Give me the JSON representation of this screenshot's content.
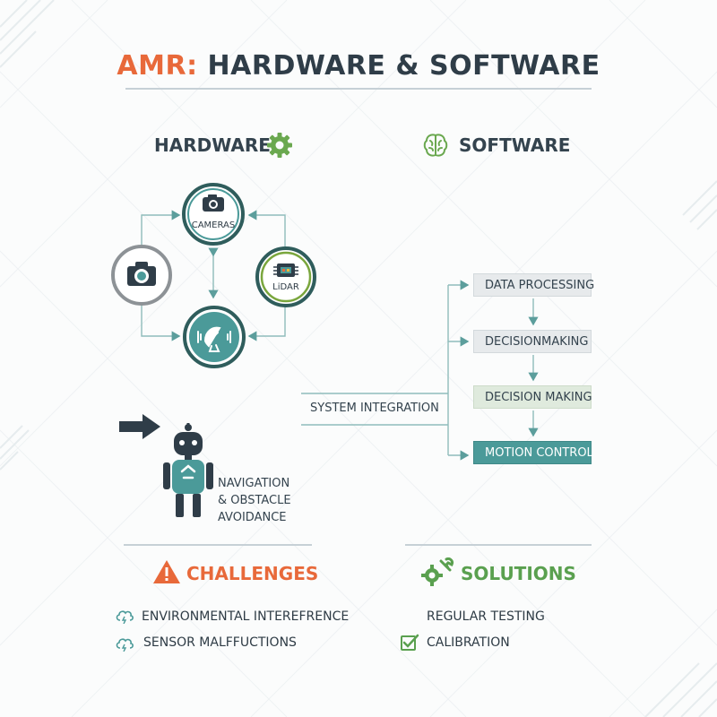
{
  "title": {
    "prefix": "AMR:",
    "rest": "HARDWARE & SOFTWARE"
  },
  "hardware": {
    "heading": "HARDWARE",
    "nodes": {
      "cameras": "CAMERAS",
      "lidar": "LiDAR"
    }
  },
  "software": {
    "heading": "SOFTWARE",
    "steps": [
      "DATA PROCESSING",
      "DECISIONMAKING",
      "DECISION MAKING",
      "MOTION CONTROL"
    ]
  },
  "integration": {
    "label": "SYSTEM INTEGRATION"
  },
  "navigation": {
    "lines": [
      "NAVIGATION",
      "& OBSTACLE",
      "AVOIDANCE"
    ]
  },
  "challenges": {
    "heading": "CHALLENGES",
    "items": [
      "ENVIRONMENTAL INTEREFRENCE",
      "SENSOR MALFFUCTIONS"
    ]
  },
  "solutions": {
    "heading": "SOLUTIONS",
    "items": [
      "REGULAR TESTING",
      "CALIBRATION"
    ]
  },
  "colors": {
    "accent_orange": "#e8693a",
    "accent_green": "#5aa04f",
    "teal": "#4b9a99",
    "dark": "#2f3d48",
    "circle_border": "#2f5d5c",
    "lidar_border": "#7aa63d",
    "left_border": "#8d9296"
  },
  "icons": [
    "gear-icon",
    "brain-icon",
    "camera-icon",
    "lidar-chip-icon",
    "satellite-dish-icon",
    "arrow-right-icon",
    "robot-icon",
    "warning-icon",
    "tools-icon",
    "cloud-lightning-icon",
    "checkbox-icon"
  ]
}
